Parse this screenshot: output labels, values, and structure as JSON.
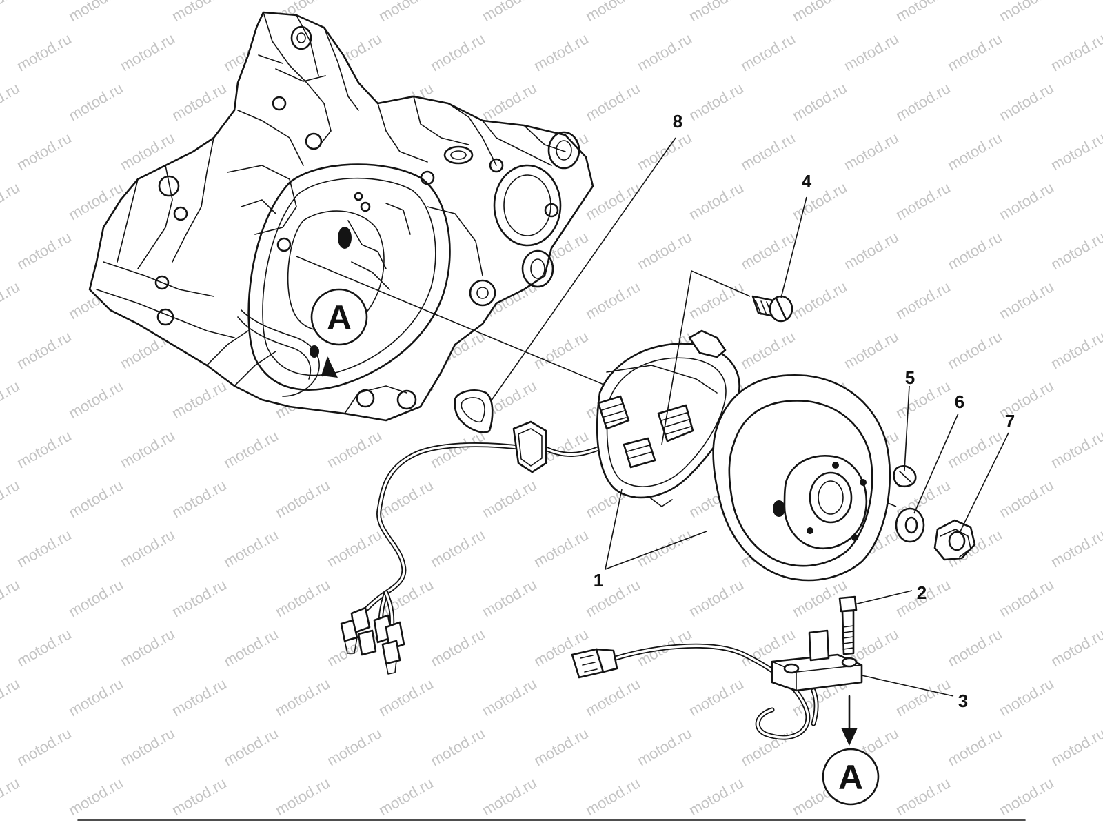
{
  "watermark": {
    "text": "motod.ru"
  },
  "callouts": [
    {
      "id": "1",
      "label": "1"
    },
    {
      "id": "2",
      "label": "2"
    },
    {
      "id": "3",
      "label": "3"
    },
    {
      "id": "4",
      "label": "4"
    },
    {
      "id": "5",
      "label": "5"
    },
    {
      "id": "6",
      "label": "6"
    },
    {
      "id": "7",
      "label": "7"
    },
    {
      "id": "8",
      "label": "8"
    }
  ],
  "view_markers": [
    {
      "id": "crankcase",
      "letter": "A"
    },
    {
      "id": "pickup",
      "letter": "A"
    }
  ]
}
